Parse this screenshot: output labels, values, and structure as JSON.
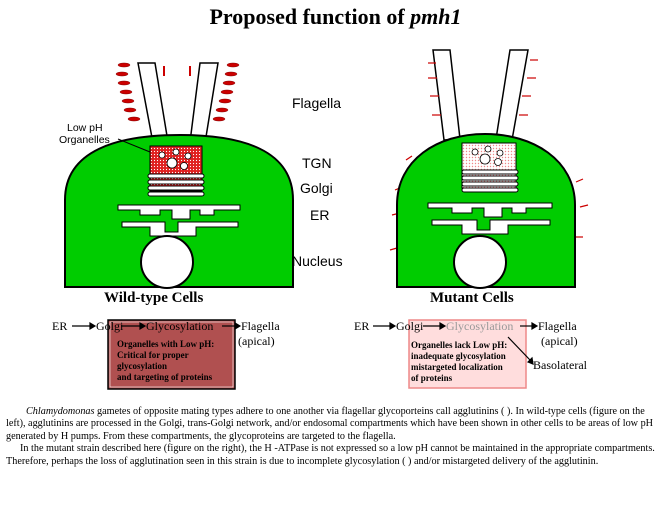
{
  "title": {
    "main": "Proposed function of ",
    "gene": "pmh1"
  },
  "labels": {
    "flagella": "Flagella",
    "tgn": "TGN",
    "golgi": "Golgi",
    "er": "ER",
    "nucleus": "Nucleus",
    "low_ph_1": "Low pH",
    "low_ph_2": "Organelles"
  },
  "wild": {
    "caption": "Wild-type Cells",
    "flow": {
      "er": "ER",
      "golgi": "Golgi",
      "glyco": "Glycosylation",
      "flagella": "Flagella",
      "apical": "(apical)"
    },
    "note": [
      "Organelles with Low pH:",
      "Critical for proper",
      "glycosylation",
      "and targeting of proteins"
    ]
  },
  "mutant": {
    "caption": "Mutant Cells",
    "flow": {
      "er": "ER",
      "golgi": "Golgi",
      "glyco": "Glycosylation",
      "flagella": "Flagella",
      "apical": "(apical)",
      "baso": "Basolateral"
    },
    "note": [
      "Organelles lack Low pH:",
      "inadequate glycosylation",
      "mistargeted localization",
      "of proteins"
    ]
  },
  "description": {
    "p1_italic": "Chlamydomonas",
    "p1_rest": " gametes of opposite mating types adhere to one another via flagellar glycoporteins call agglutinins (     ). In wild-type cells (figure on the left), agglutinins are processed in the Golgi, trans-Golgi network, and/or endosomal compartments which have been shown in other cells to be areas of low pH generated by H pumps. From these compartments, the glycoproteins are targeted to the flagella.",
    "p2": "In the mutant strain described here (figure on the right), the H  -ATPase is not expressed so a low pH cannot be maintained in the appropriate compartments. Therefore, perhaps the loss of agglutination seen in this strain is due to incomplete glycosylation (   ) and/or mistargeted delivery of the agglutinin."
  },
  "colors": {
    "cell": "#00cc00",
    "wild_box": "#b05050",
    "low_ph": "#dd2020",
    "mutant_box": "#ffdddd",
    "agglutinin": "#cc0000"
  }
}
